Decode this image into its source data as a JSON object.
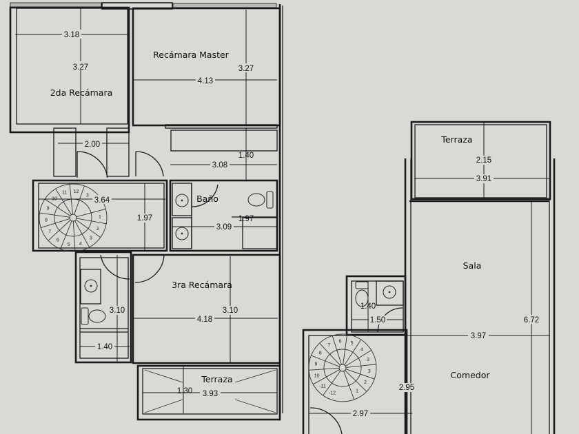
{
  "plan": {
    "upper_floor": {
      "rooms": [
        {
          "name": "2da Recámara",
          "dims": [
            "3.18",
            "3.27"
          ]
        },
        {
          "name": "Recámara Master",
          "dims": [
            "4.13",
            "3.27"
          ]
        },
        {
          "name": "Baño",
          "dims": [
            "3.09",
            "1.97"
          ]
        },
        {
          "name": "3ra Recámara",
          "dims": [
            "4.18",
            "3.10"
          ]
        },
        {
          "name": "Terraza",
          "dims": [
            "3.93",
            "1.30"
          ]
        }
      ],
      "closet_dims": [
        "2.00",
        "3.08",
        "1.40"
      ],
      "hall_dims": [
        "3.64",
        "1.97"
      ],
      "half_bath_dims": [
        "3.10",
        "1.40"
      ],
      "stair_steps": [
        "1",
        "2",
        "3",
        "4",
        "5",
        "6",
        "7",
        "8",
        "9",
        "10",
        "11",
        "12",
        "3"
      ]
    },
    "lower_floor": {
      "rooms": [
        {
          "name": "Terraza",
          "dims": [
            "3.91",
            "2.15"
          ]
        },
        {
          "name": "Sala",
          "dims": [
            "6.72"
          ]
        },
        {
          "name": "Comedor",
          "dims": [
            "3.97",
            "2.95"
          ]
        }
      ],
      "half_bath_dims": [
        "1.40",
        "1.50"
      ],
      "stair_dims": [
        "2.97"
      ],
      "stair_steps": [
        "1",
        "2",
        "3",
        "3",
        "4",
        "5",
        "6",
        "7",
        "8",
        "9",
        "10",
        "-11",
        "-12"
      ]
    },
    "colors": {
      "paper": "#d9d9d6",
      "line": "#1a1a1a"
    }
  }
}
